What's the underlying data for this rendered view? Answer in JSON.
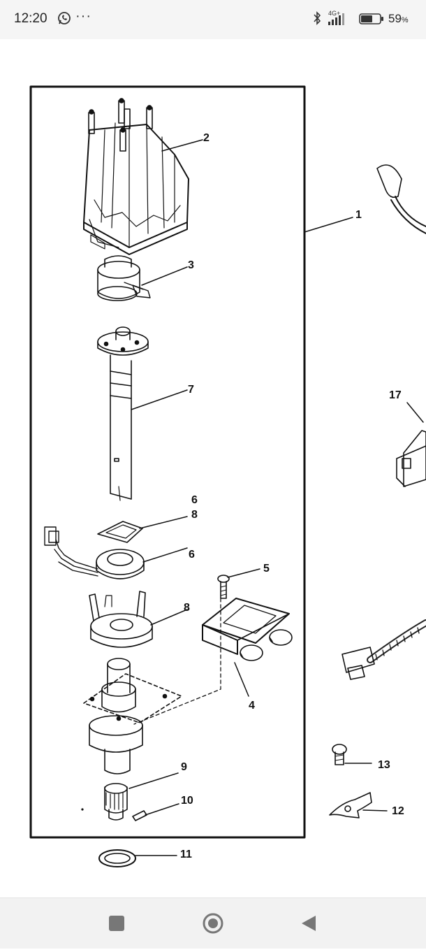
{
  "status_bar": {
    "time": "12:20",
    "more": "···",
    "network_label": "4G+",
    "battery_value": "59",
    "battery_unit": "%",
    "icons": [
      "whatsapp-icon",
      "bluetooth-icon",
      "signal-icon",
      "battery-icon"
    ]
  },
  "diagram": {
    "callouts": {
      "c1": "1",
      "c2": "2",
      "c3": "3",
      "c4": "4",
      "c5": "5",
      "c6a": "6",
      "c8a": "8",
      "c6b": "6",
      "c7": "7",
      "c8b": "8",
      "c9": "9",
      "c10": "10",
      "c11": "11",
      "c12": "12",
      "c13": "13",
      "c17": "17"
    }
  },
  "nav_bar": {
    "buttons": [
      "recents-button",
      "home-button",
      "back-button"
    ]
  },
  "colors": {
    "status_bg": "#f5f5f5",
    "nav_bg": "#f2f2f2",
    "ink": "#111111",
    "page": "#ffffff"
  }
}
